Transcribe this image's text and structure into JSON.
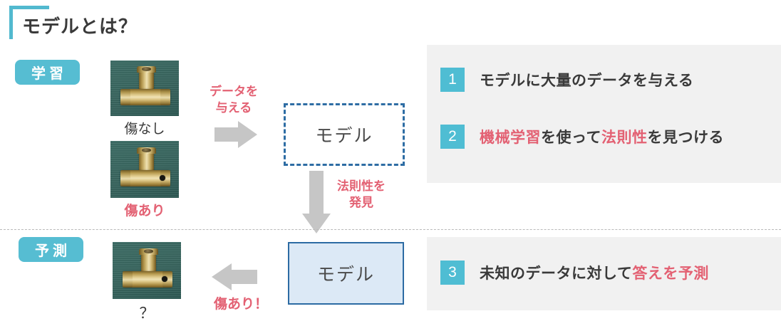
{
  "title": "モデルとは？",
  "sections": {
    "training": {
      "badge": "学習"
    },
    "prediction": {
      "badge": "予測"
    }
  },
  "samples": {
    "no_defect": {
      "caption": "傷なし",
      "has_defect": false
    },
    "defect": {
      "caption": "傷あり",
      "has_defect": true
    },
    "unknown": {
      "caption": "？",
      "has_defect": true
    }
  },
  "arrows": {
    "feed_data": {
      "label_line1": "データを",
      "label_line2": "与える",
      "direction": "right"
    },
    "find_rule": {
      "label_line1": "法則性を",
      "label_line2": "発見",
      "direction": "down"
    },
    "predict_out": {
      "label": "傷あり！",
      "direction": "left"
    }
  },
  "model_box_training": {
    "text": "モデル",
    "style": "dashed"
  },
  "model_box_prediction": {
    "text": "モデル",
    "style": "solid"
  },
  "steps": {
    "training": [
      {
        "number": "1",
        "parts": [
          {
            "text": "モデルに大量のデータを与える",
            "highlight": false
          }
        ]
      },
      {
        "number": "2",
        "parts": [
          {
            "text": "機械学習",
            "highlight": true
          },
          {
            "text": "を使って",
            "highlight": false
          },
          {
            "text": "法則性",
            "highlight": true
          },
          {
            "text": "を見つける",
            "highlight": false
          }
        ]
      }
    ],
    "prediction": [
      {
        "number": "3",
        "parts": [
          {
            "text": "未知のデータに対して",
            "highlight": false
          },
          {
            "text": "答えを予測",
            "highlight": true
          }
        ]
      }
    ]
  },
  "colors": {
    "accent_teal": "#52B9CF",
    "badge_teal": "#56BDD2",
    "step_num_teal": "#4FBDD3",
    "highlight_red": "#E36173",
    "model_border_blue": "#2E6DA4",
    "model_fill_blue": "#DCE9F6",
    "panel_gray": "#F1F1F1",
    "arrow_gray": "#C6C6C6",
    "text_dark": "#3A3A3A"
  }
}
